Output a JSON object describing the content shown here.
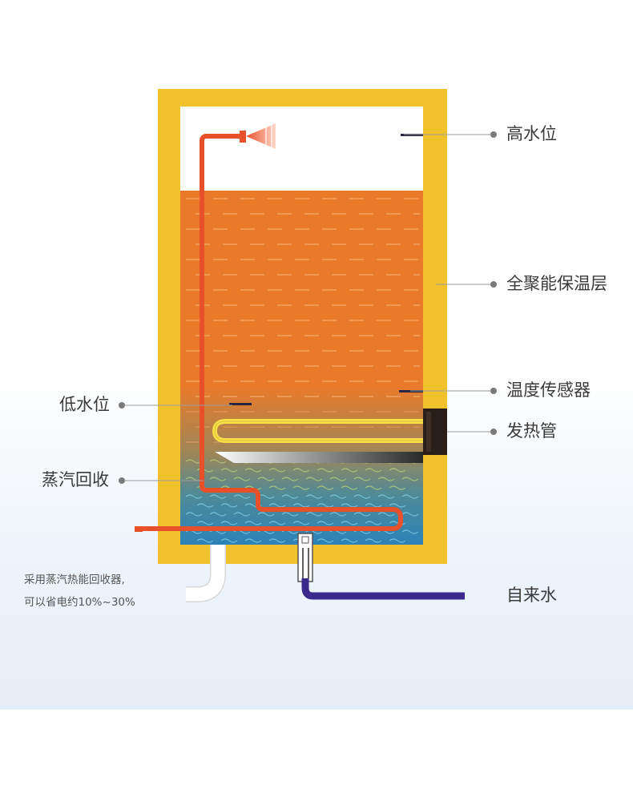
{
  "labels": {
    "high_water": "高水位",
    "insulation": "全聚能保温层",
    "temp_sensor": "温度传感器",
    "heating_tube": "发热管",
    "low_water": "低水位",
    "steam_recovery": "蒸汽回收",
    "tap_water": "自来水"
  },
  "note": {
    "line1": "采用蒸汽热能回收器,",
    "line2": "可以省电约10%~30%"
  },
  "colors": {
    "insulation": "#f2c22c",
    "hot_water": "#ea7a2a",
    "cold_water": "#2c82b8",
    "steam_pipe": "#e8502a",
    "inlet_pipe": "#3b2a8c",
    "heater_coil": "#f7e04a",
    "label_text": "#3a3a3a",
    "leader_dot": "#7a7a7a"
  }
}
